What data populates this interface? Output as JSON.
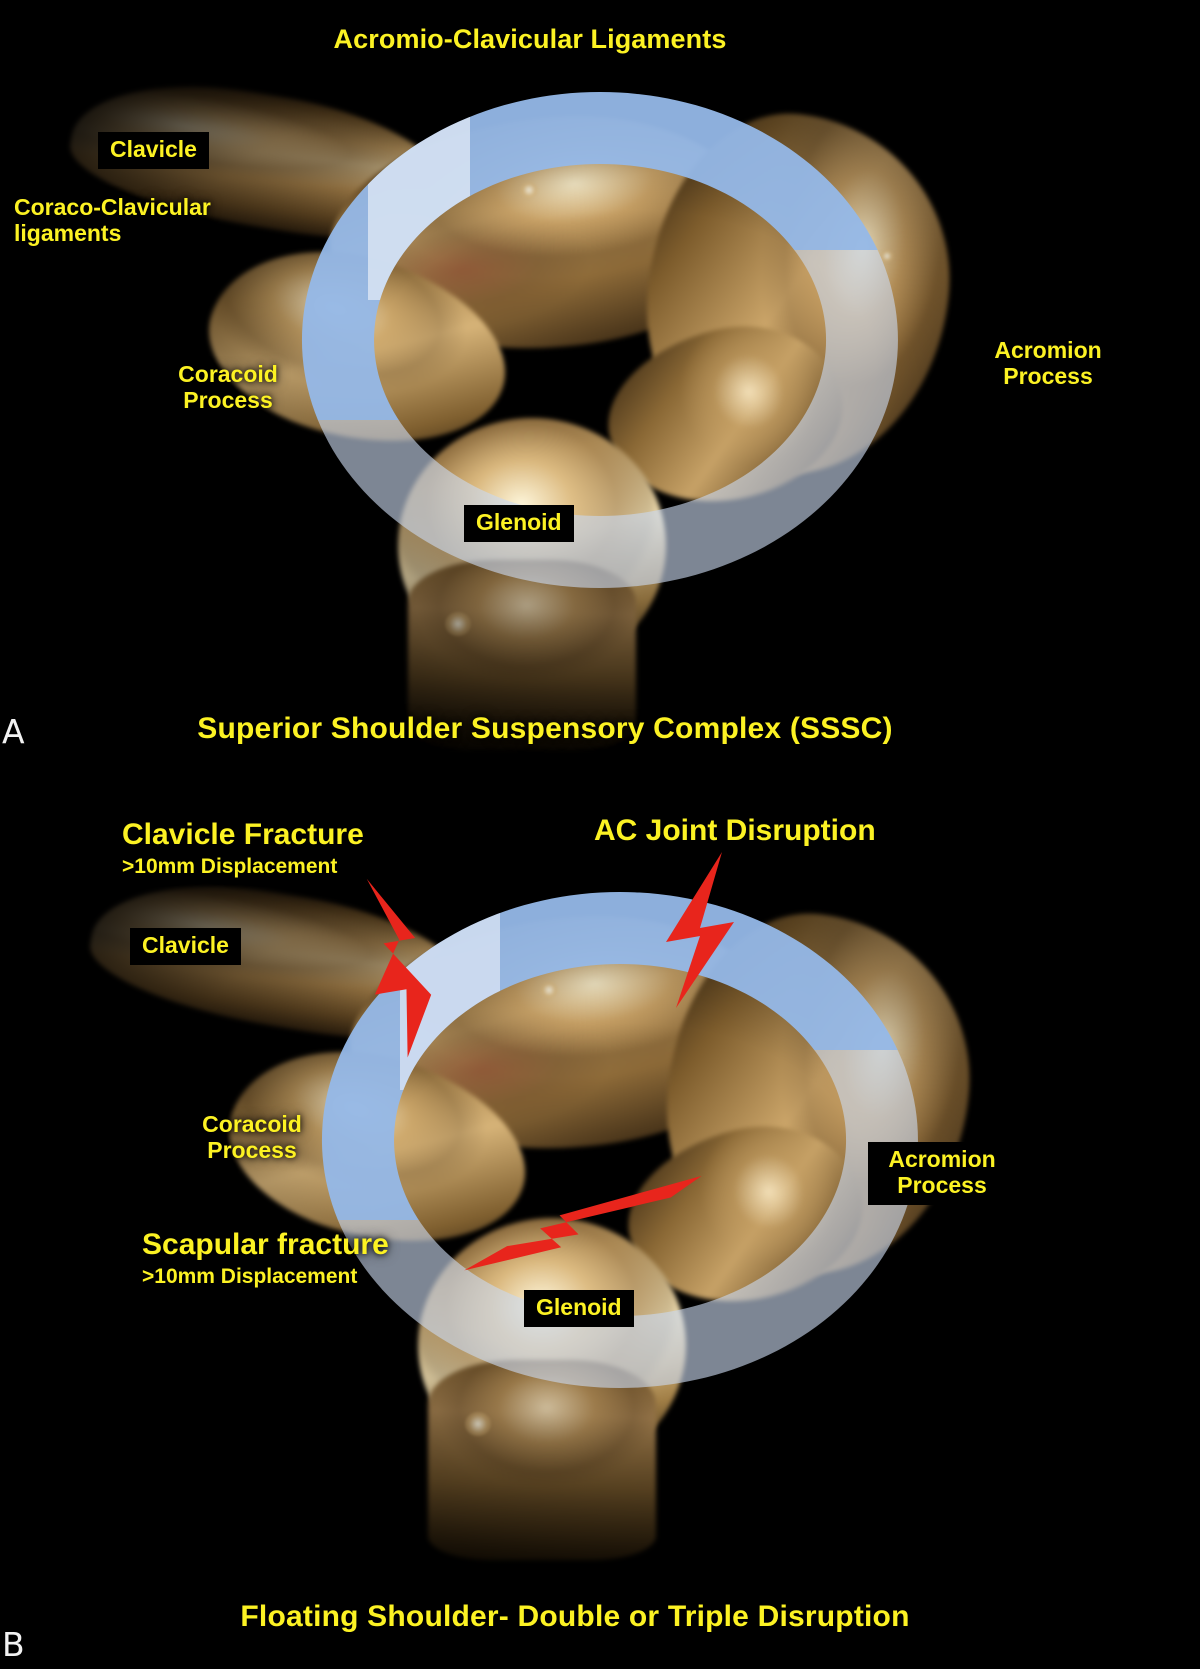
{
  "figure": {
    "background_color": "#000000",
    "label_color": "#fcf223",
    "panel_letter_color": "#f2f2f2",
    "ring_color": "#95b8e8",
    "bolt_color": "#e8251c"
  },
  "panels": [
    {
      "letter": "A",
      "caption": "Superior Shoulder Suspensory Complex (SSSC)",
      "title": "Acromio-Clavicular Ligaments",
      "labels": [
        {
          "name": "clavicle",
          "text": "Clavicle",
          "boxed": true
        },
        {
          "name": "coraco-clavicular-ligaments",
          "line1": "Coraco-Clavicular",
          "line2": "ligaments",
          "boxed": false
        },
        {
          "name": "coracoid-process",
          "line1": "Coracoid",
          "line2": "Process",
          "boxed": false
        },
        {
          "name": "acromion-process",
          "line1": "Acromion",
          "line2": "Process",
          "boxed": false
        },
        {
          "name": "glenoid",
          "text": "Glenoid",
          "boxed": true
        }
      ]
    },
    {
      "letter": "B",
      "caption": "Floating Shoulder- Double or Triple Disruption",
      "labels": [
        {
          "name": "clavicle-fracture",
          "heading": "Clavicle Fracture",
          "sub": ">10mm Displacement"
        },
        {
          "name": "ac-joint-disruption",
          "heading": "AC Joint Disruption",
          "sub": ""
        },
        {
          "name": "scapular-fracture",
          "heading": "Scapular fracture",
          "sub": ">10mm Displacement"
        },
        {
          "name": "clavicle",
          "text": "Clavicle",
          "boxed": true
        },
        {
          "name": "coracoid-process",
          "line1": "Coracoid",
          "line2": "Process",
          "boxed": false
        },
        {
          "name": "acromion-process",
          "line1": "Acromion",
          "line2": "Process",
          "boxed": true
        },
        {
          "name": "glenoid",
          "text": "Glenoid",
          "boxed": true
        }
      ],
      "disruption_markers": [
        {
          "name": "clavicle-fracture-bolt"
        },
        {
          "name": "ac-joint-bolt"
        },
        {
          "name": "scapular-fracture-bolt"
        }
      ]
    }
  ]
}
